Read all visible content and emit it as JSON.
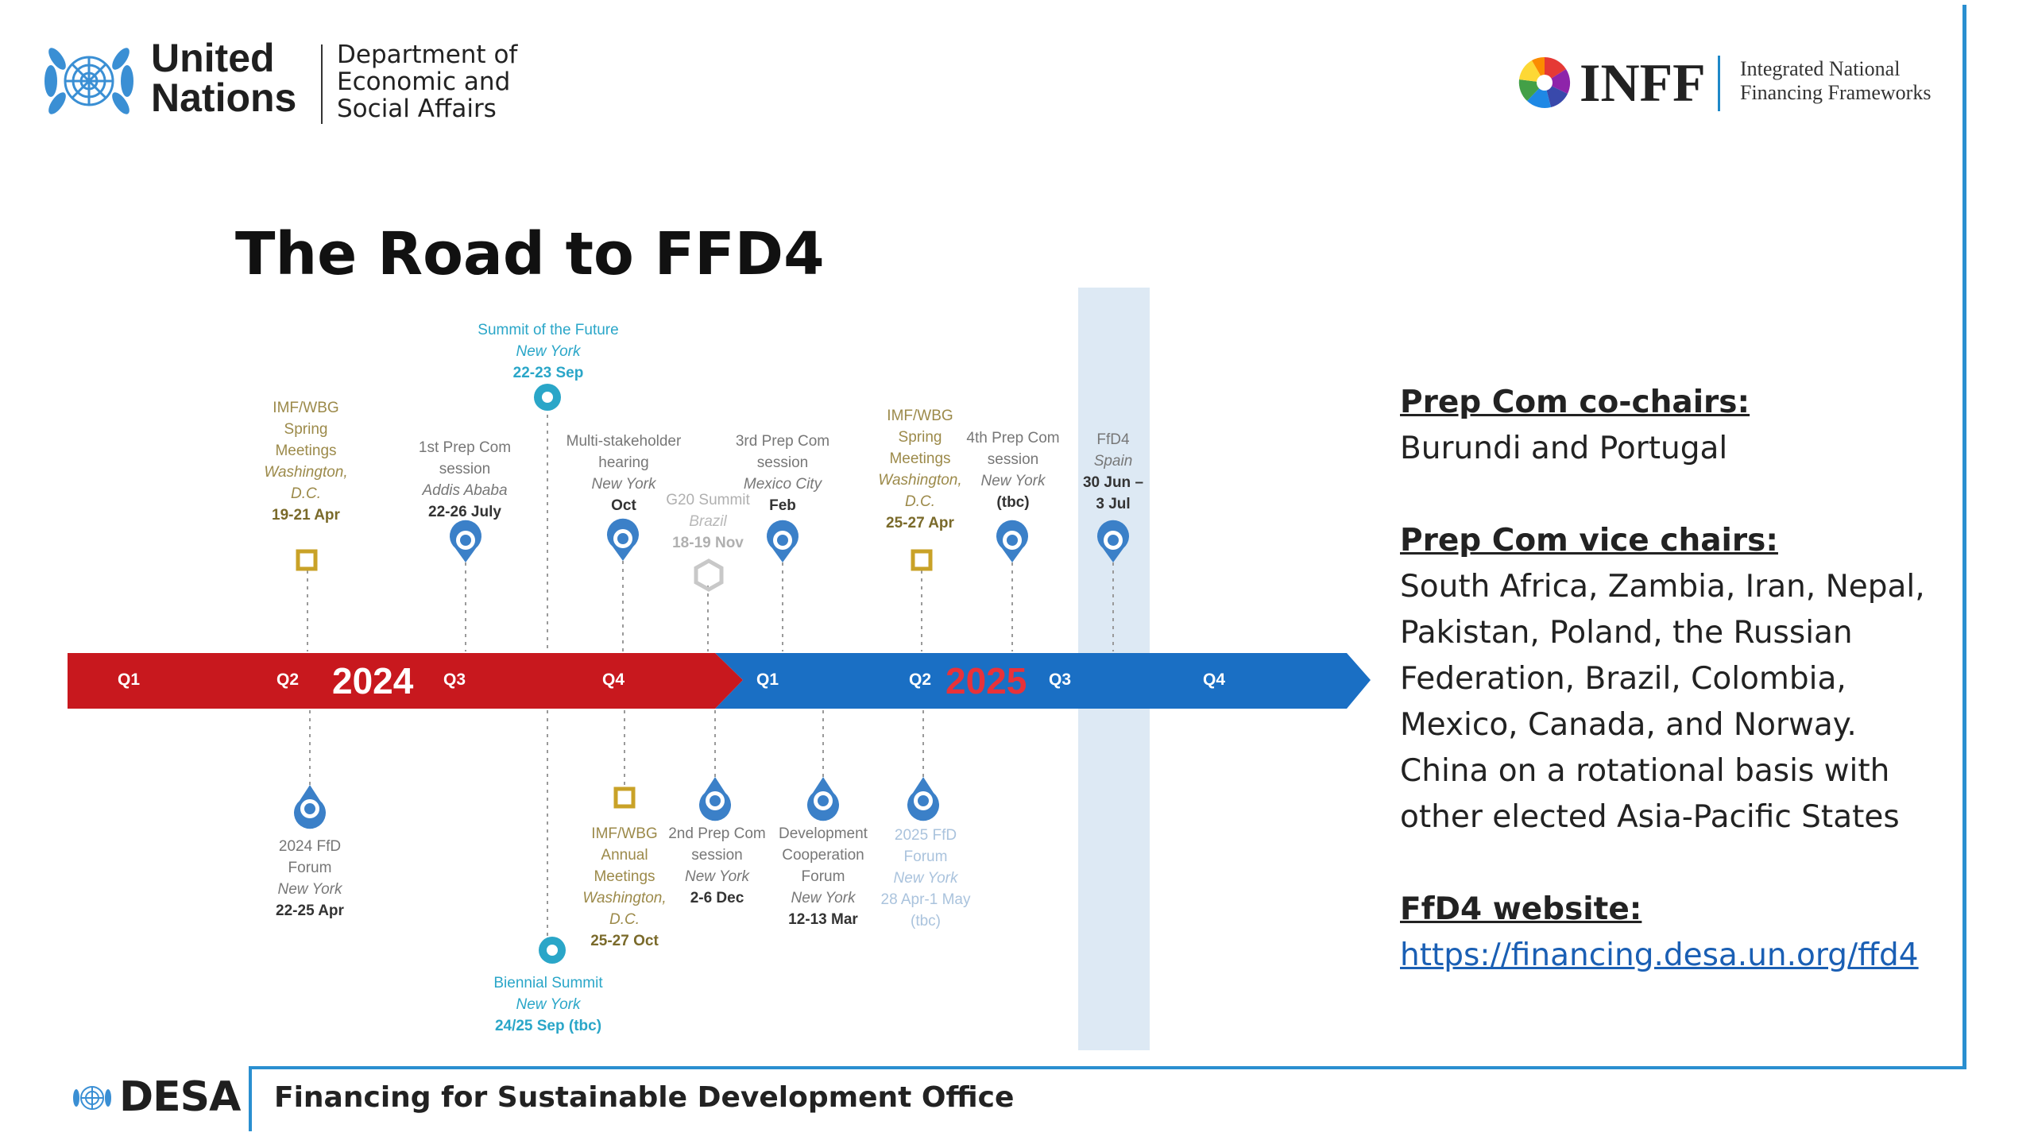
{
  "header": {
    "un_name_line1": "United",
    "un_name_line2": "Nations",
    "un_dept_line1": "Department of",
    "un_dept_line2": "Economic and",
    "un_dept_line3": "Social Affairs",
    "un_logo_icon": "un-emblem-icon",
    "inff_icon": "inff-flower-icon",
    "inff_word": "INFF",
    "inff_tag_line1": "Integrated National",
    "inff_tag_line2": "Financing Frameworks"
  },
  "title": "The Road to FFD4",
  "timeline": {
    "colors": {
      "year_2024": "#c8181e",
      "year_2025": "#1a6fc4",
      "band": "#dde9f4",
      "teal": "#2aa6c8",
      "olive": "#c9a227"
    },
    "years": [
      "2024",
      "2025"
    ],
    "quarters": [
      "Q1",
      "Q2",
      "Q3",
      "Q4",
      "Q1",
      "Q2",
      "Q3",
      "Q4"
    ],
    "events_above": [
      {
        "lines": [
          "IMF/WBG",
          "Spring",
          "Meetings"
        ],
        "place": [
          "Washington,",
          "D.C."
        ],
        "date": "19-21 Apr"
      },
      {
        "lines": [
          "1st Prep Com",
          "session"
        ],
        "place": [
          "Addis Ababa"
        ],
        "date": "22-26 July"
      },
      {
        "lines": [
          "Summit of the Future"
        ],
        "place": [
          "New York"
        ],
        "date": "22-23 Sep"
      },
      {
        "lines": [
          "Multi-stakeholder",
          "hearing"
        ],
        "place": [
          "New York"
        ],
        "date": "Oct"
      },
      {
        "lines": [
          "G20 Summit"
        ],
        "place": [
          "Brazil"
        ],
        "date": "18-19 Nov"
      },
      {
        "lines": [
          "3rd Prep Com",
          "session"
        ],
        "place": [
          "Mexico City"
        ],
        "date": "Feb"
      },
      {
        "lines": [
          "IMF/WBG",
          "Spring",
          "Meetings"
        ],
        "place": [
          "Washington,",
          "D.C."
        ],
        "date": "25-27 Apr"
      },
      {
        "lines": [
          "4th Prep Com",
          "session"
        ],
        "place": [
          "New York"
        ],
        "date": "(tbc)"
      },
      {
        "lines": [
          "FfD4"
        ],
        "place": [
          "Spain"
        ],
        "date": [
          "30 Jun –",
          "3 Jul"
        ]
      }
    ],
    "events_below": [
      {
        "lines": [
          "2024 FfD",
          "Forum"
        ],
        "place": [
          "New York"
        ],
        "date": "22-25 Apr"
      },
      {
        "lines": [
          "Biennial Summit"
        ],
        "place": [
          "New York"
        ],
        "date": "24/25 Sep (tbc)"
      },
      {
        "lines": [
          "IMF/WBG",
          "Annual",
          "Meetings"
        ],
        "place": [
          "Washington,",
          "D.C."
        ],
        "date": "25-27 Oct"
      },
      {
        "lines": [
          "2nd Prep Com",
          "session"
        ],
        "place": [
          "New York"
        ],
        "date": "2-6 Dec"
      },
      {
        "lines": [
          "Development",
          "Cooperation",
          "Forum"
        ],
        "place": [
          "New York"
        ],
        "date": "12-13 Mar"
      },
      {
        "lines": [
          "2025 FfD",
          "Forum"
        ],
        "place": [
          "New York"
        ],
        "date": [
          "28 Apr-1 May",
          "(tbc)"
        ]
      }
    ]
  },
  "panel": {
    "cochairs_heading": "Prep Com co-chairs:",
    "cochairs_text": "Burundi and Portugal",
    "vice_heading": "Prep Com vice chairs:",
    "vice_lines": [
      "South Africa, Zambia, Iran, Nepal,",
      "Pakistan, Poland, the Russian",
      "Federation, Brazil, Colombia,",
      "Mexico, Canada, and Norway.",
      "China on a rotational basis with",
      "other elected Asia-Pacific States"
    ],
    "website_heading": "FfD4 website:",
    "website_url": "https://financing.desa.un.org/ffd4"
  },
  "footer": {
    "desa_icon": "un-emblem-icon",
    "desa_word": "DESA",
    "office_name": "Financing for Sustainable Development Office"
  }
}
